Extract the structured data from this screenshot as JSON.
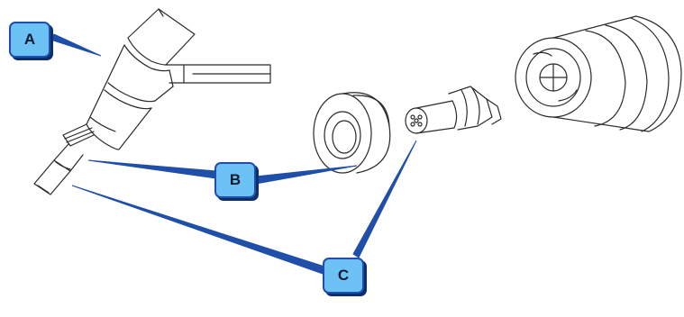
{
  "diagram": {
    "callouts": [
      {
        "id": "a",
        "label": "A"
      },
      {
        "id": "b",
        "label": "B"
      },
      {
        "id": "c",
        "label": "C"
      }
    ],
    "colors": {
      "line_art": "#2a2a2a",
      "leader": "#1f4fa8",
      "callout_fill": "#6cc2f5",
      "callout_border": "#1f4fa8",
      "callout_shadow": "#0b2f6e"
    }
  }
}
